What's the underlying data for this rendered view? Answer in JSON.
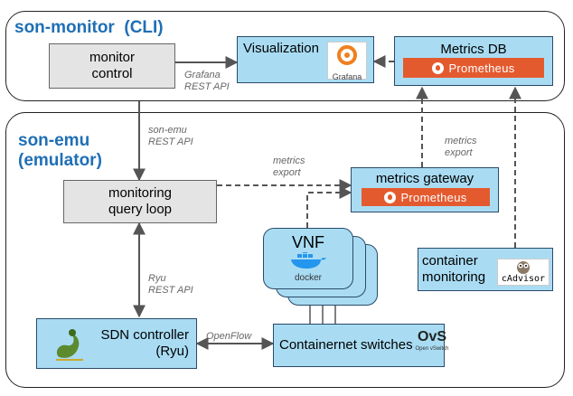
{
  "regions": {
    "monitor_title": "son-monitor  (CLI)",
    "emu_title_line1": "son-emu",
    "emu_title_line2": "(emulator)"
  },
  "boxes": {
    "monitor_control": "monitor\ncontrol",
    "visualization": "Visualization",
    "metrics_db": "Metrics DB",
    "monitoring_loop": "monitoring\nquery loop",
    "metrics_gateway": "metrics gateway",
    "vnf": "VNF",
    "container_monitoring": "container\nmonitoring",
    "sdn_controller": "SDN controller\n(Ryu)",
    "containernet_switches": "Containernet switches"
  },
  "logos": {
    "grafana": "Grafana",
    "prometheus": "Prometheus",
    "docker": "docker",
    "cadvisor": "cAdvisor",
    "ovs": "OvS",
    "ovs_sub": "Open vSwitch"
  },
  "labels": {
    "grafana_api": "Grafana\nREST API",
    "sonemu_api": "son-emu\nREST API",
    "metrics_export_1": "metrics\nexport",
    "metrics_export_2": "metrics\nexport",
    "ryu_api": "Ryu\nREST API",
    "openflow": "OpenFlow"
  },
  "colors": {
    "box_blue": "#a9dcf3",
    "box_grey": "#e4e4e4",
    "title_blue": "#1f6fb5",
    "prometheus_orange": "#e45a2f"
  }
}
